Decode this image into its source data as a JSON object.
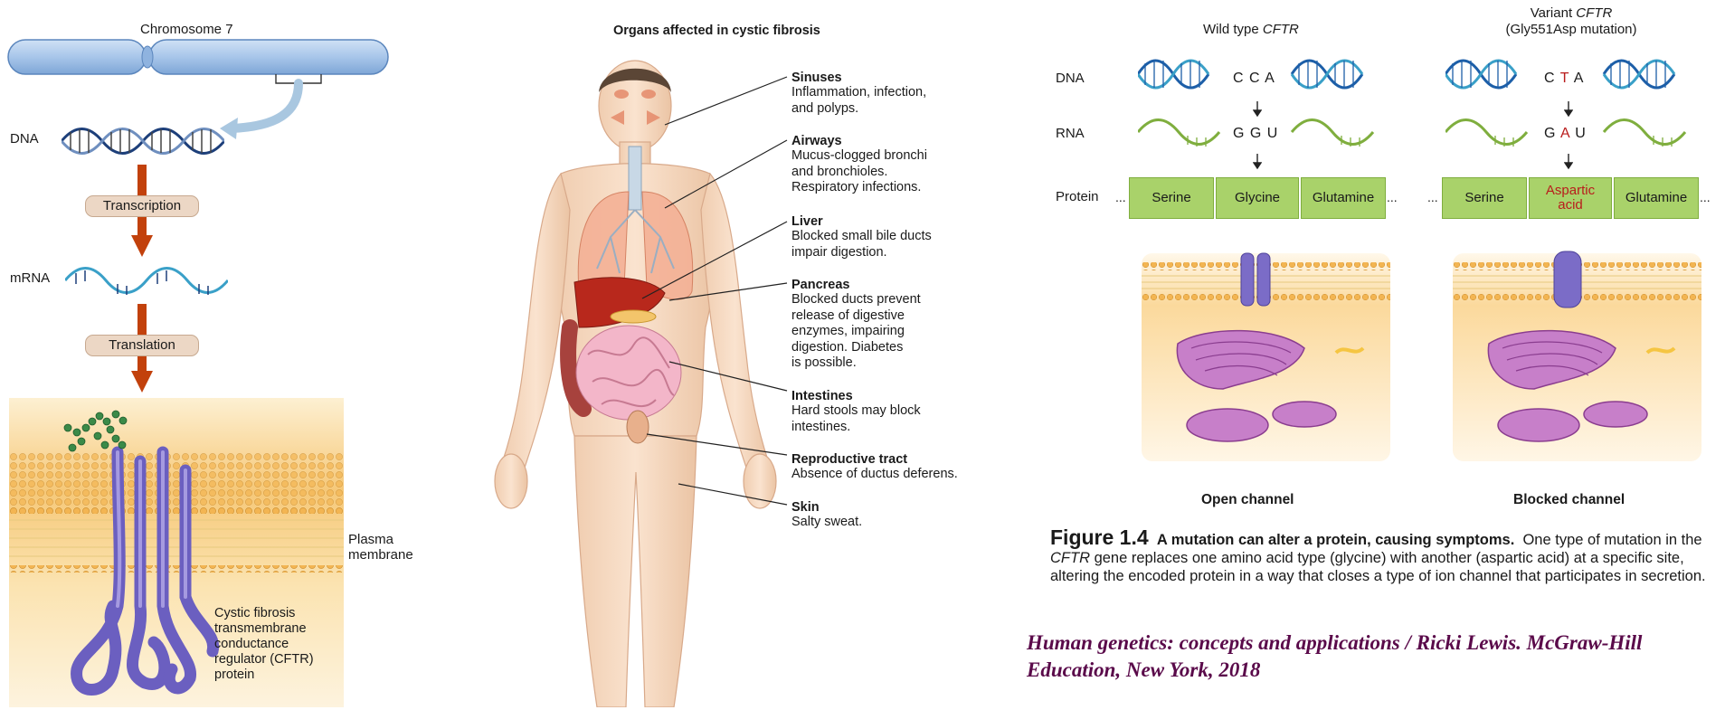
{
  "left_panel": {
    "chromosome_label": "Chromosome 7",
    "dna_label": "DNA",
    "transcription_label": "Transcription",
    "mrna_label": "mRNA",
    "translation_label": "Translation",
    "plasma_membrane_label": "Plasma\nmembrane",
    "protein_label": "Cystic fibrosis\ntransmembrane\nconductance\nregulator (CFTR)\nprotein"
  },
  "middle_panel": {
    "title": "Organs affected in cystic fibrosis",
    "organs": [
      {
        "name": "Sinuses",
        "desc": "Inflammation, infection,\nand polyps."
      },
      {
        "name": "Airways",
        "desc": "Mucus-clogged bronchi\nand bronchioles.\nRespiratory infections."
      },
      {
        "name": "Liver",
        "desc": "Blocked small bile ducts\nimpair digestion."
      },
      {
        "name": "Pancreas",
        "desc": "Blocked ducts prevent\nrelease of digestive\nenzymes, impairing\ndigestion. Diabetes\nis possible."
      },
      {
        "name": "Intestines",
        "desc": "Hard stools may block\nintestines."
      },
      {
        "name": "Reproductive tract",
        "desc": "Absence of ductus deferens."
      },
      {
        "name": "Skin",
        "desc": "Salty sweat."
      }
    ]
  },
  "right_panel": {
    "wild_title_pre": "Wild type ",
    "wild_title_gene": "CFTR",
    "variant_title_pre": "Variant ",
    "variant_title_gene": "CFTR",
    "variant_subtitle": "(Gly551Asp mutation)",
    "row_dna": "DNA",
    "row_rna": "RNA",
    "row_protein": "Protein",
    "wild": {
      "dna_codon": "C C A",
      "rna_codon": "G G U",
      "proteins": [
        "Serine",
        "Glycine",
        "Glutamine"
      ],
      "channel_label": "Open channel"
    },
    "variant": {
      "dna_codon_parts": [
        "C ",
        "T",
        " A"
      ],
      "rna_codon_parts": [
        "G ",
        "A",
        " U"
      ],
      "proteins": [
        "Serine",
        "Aspartic\nacid",
        "Glutamine"
      ],
      "channel_label": "Blocked channel"
    },
    "ellipsis": "...",
    "figure_number": "Figure 1.4",
    "figure_title": "A mutation can alter a protein, causing symptoms.",
    "caption_1": "One type of mutation in the ",
    "caption_gene": "CFTR",
    "caption_2": " gene replaces one amino acid type (glycine) with another (aspartic acid) at a specific site, altering the encoded protein in a way that closes a type of ion channel that participates in secretion.",
    "citation": "Human genetics: concepts and applications / Ricki Lewis. McGraw-Hill Education, New York, 2018"
  },
  "colors": {
    "arrow": "#c2410c",
    "dna_blue": "#1d5fa8",
    "dna_teal": "#3aa0c8",
    "rna_green": "#7fae3e",
    "protein_box": "#a9d26a",
    "mutation_red": "#b91c1c",
    "membrane_orange": "#f2b24a",
    "cftr_purple": "#7b6cc7",
    "citation": "#5a0a4a"
  }
}
